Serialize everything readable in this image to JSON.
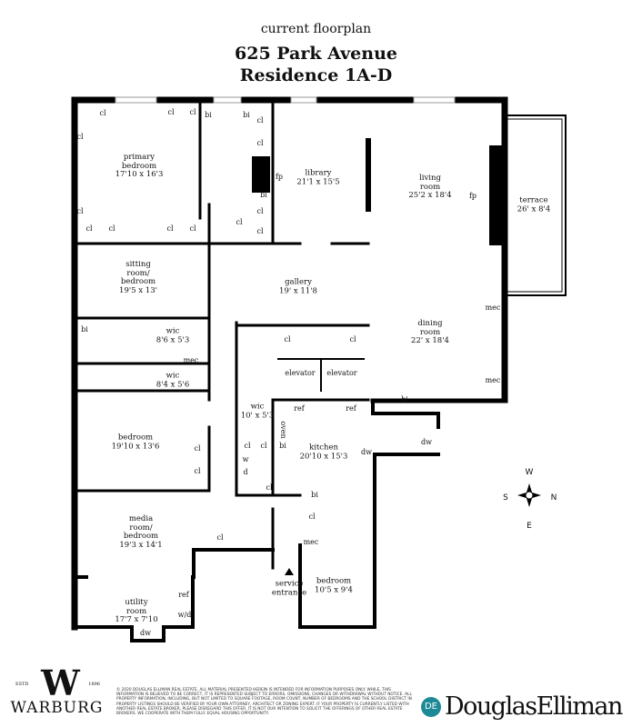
{
  "header": {
    "subtitle": "current floorplan",
    "address": "625 Park Avenue",
    "residence": "Residence 1A-D"
  },
  "rooms": [
    {
      "name": "primary\nbedroom",
      "dims": "17'10 x 16'3"
    },
    {
      "name": "library",
      "dims": "21'1 x 15'5"
    },
    {
      "name": "living\nroom",
      "dims": "25'2 x 18'4"
    },
    {
      "name": "terrace",
      "dims": "26' x 8'4"
    },
    {
      "name": "sitting\nroom/\nbedroom",
      "dims": "19'5 x 13'"
    },
    {
      "name": "gallery",
      "dims": "19' x 11'8"
    },
    {
      "name": "dining\nroom",
      "dims": "22' x 18'4"
    },
    {
      "name": "wic",
      "dims": "8'6 x 5'3"
    },
    {
      "name": "wic",
      "dims": "8'4 x 5'6"
    },
    {
      "name": "bedroom",
      "dims": "19'10 x 13'6"
    },
    {
      "name": "wic",
      "dims": "10' x 5'3"
    },
    {
      "name": "kitchen",
      "dims": "20'10 x 15'3"
    },
    {
      "name": "media\nroom/\nbedroom",
      "dims": "19'3 x 14'1"
    },
    {
      "name": "bedroom",
      "dims": "10'5 x 9'4"
    },
    {
      "name": "utility\nroom",
      "dims": "17'7 x 7'10"
    }
  ],
  "service_entrance": "service\nentrance",
  "fixtures": {
    "cl": "cl",
    "bi": "bi",
    "fp": "fp",
    "mec": "mec",
    "ref": "ref",
    "dw": "dw",
    "w": "w",
    "d": "d",
    "wd": "w/d",
    "oven": "oven",
    "elevator": "elevator"
  },
  "compass": {
    "n": "N",
    "s": "S",
    "e": "E",
    "w": "W"
  },
  "footer": {
    "warburg_mark": "W",
    "warburg_estd": "ESTD",
    "warburg_year": "1896",
    "warburg_name": "WARBURG",
    "disclaimer": "© 2020 Douglas Elliman Real Estate. All material presented herein is intended for information purposes only. While, this information is believed to be correct, it is represented subject to errors, omissions, changes or withdrawal without notice. All property information, including, but not limited to square footage, room count, number of bedrooms and the school district in property listings should be verified by your own attorney, architect or zoning expert. If your property is currently listed with another real estate broker, please disregard this offer. It is not our intention to solicit the offerings of other real estate brokers. We cooperate with them fully. Equal Housing Opportunity.",
    "de_logo": "DE",
    "de_name": "DouglasElliman",
    "de_color": "#1c8a96"
  }
}
